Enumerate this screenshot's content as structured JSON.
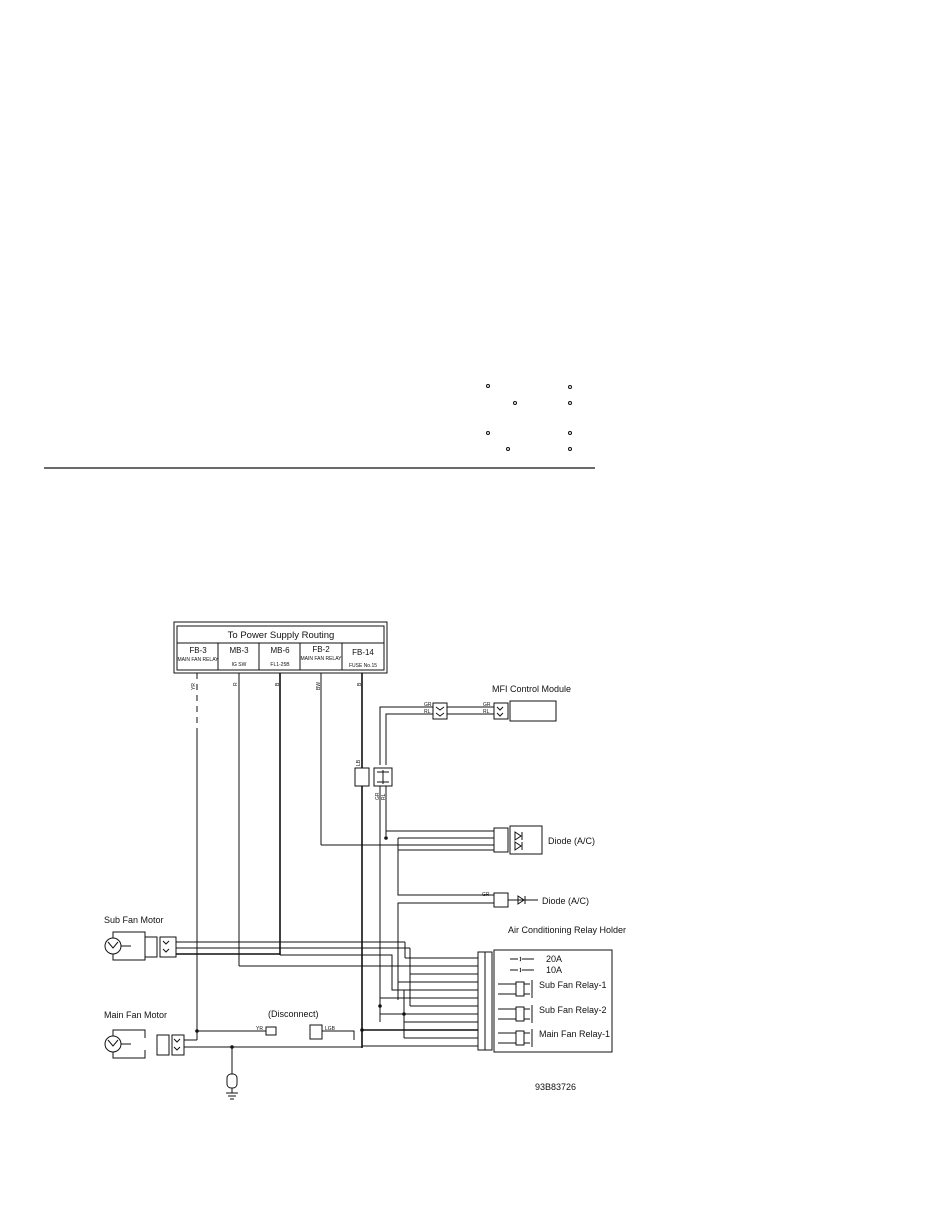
{
  "supply_box": {
    "title": "To Power Supply Routing",
    "cells": [
      {
        "code": "FB-3",
        "desc": "MAIN FAN RELAY"
      },
      {
        "code": "MB-3",
        "desc": "IG SW"
      },
      {
        "code": "MB-6",
        "desc": "FL1-25B"
      },
      {
        "code": "FB-2",
        "desc": "MAIN FAN RELAY"
      },
      {
        "code": "FB-14",
        "desc": "FUSE No.15"
      }
    ],
    "wire_codes": [
      "YR",
      "R",
      "B",
      "BW",
      "B"
    ]
  },
  "components": {
    "mfi": "MFI Control Module",
    "diode1": "Diode (A/C)",
    "diode2": "Diode (A/C)",
    "holder": "Air Conditioning Relay Holder",
    "fuse20": "20A",
    "fuse10": "10A",
    "subfan_relay1": "Sub Fan Relay-1",
    "subfan_relay2": "Sub Fan Relay-2",
    "mainfan_relay1": "Main Fan Relay-1",
    "subfan_motor": "Sub Fan Motor",
    "mainfan_motor": "Main Fan Motor",
    "disconnect": "(Disconnect)"
  },
  "wire_labels": {
    "gr": "GR",
    "rl": "RL",
    "lb": "LB",
    "yr": "YR",
    "lgb": "LGB"
  },
  "figure_id": "93B83726"
}
